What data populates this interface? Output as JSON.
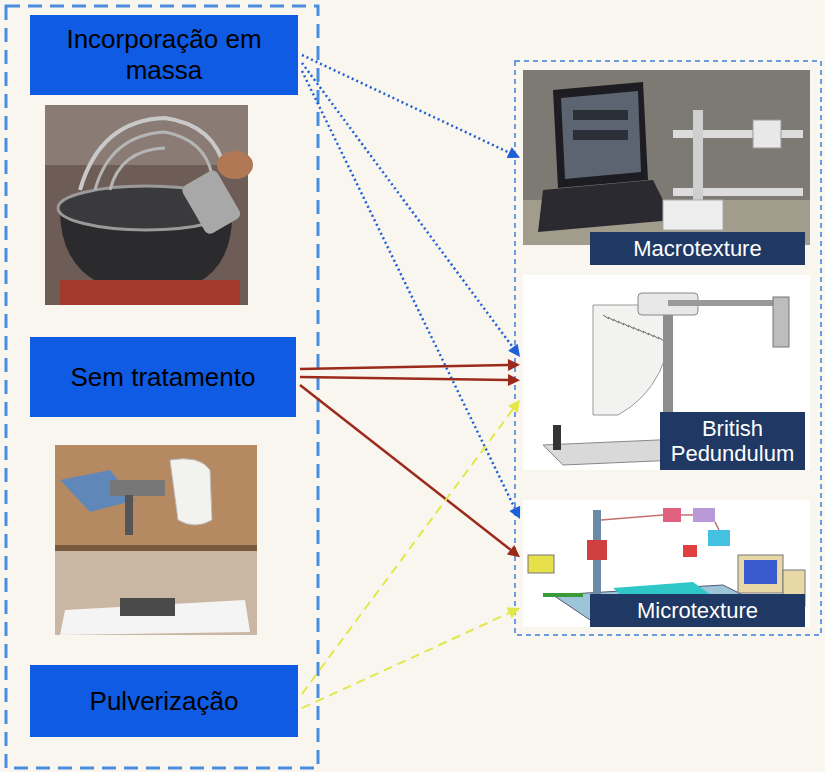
{
  "diagram": {
    "nodes": [
      {
        "text": [
          "Incorporação em massa"
        ]
      },
      {
        "text": [
          "Sem tratamento"
        ]
      },
      {
        "text": [
          "Pulverização"
        ]
      },
      {
        "text": [
          "Macrotexture"
        ]
      },
      {
        "text": [
          "British Pedundulum"
        ]
      },
      {
        "text": [
          "Microtexture"
        ]
      }
    ],
    "edges": [
      {
        "from": 0,
        "to": 3,
        "arrow": "to"
      },
      {
        "from": 0,
        "to": 4,
        "arrow": "to"
      },
      {
        "from": 0,
        "to": 5,
        "arrow": "to"
      },
      {
        "from": 1,
        "to": 4,
        "arrow": "to"
      },
      {
        "from": 1,
        "to": 4,
        "arrow": "to"
      },
      {
        "from": 1,
        "to": 5,
        "arrow": "to"
      },
      {
        "from": 2,
        "to": 4,
        "arrow": "to"
      },
      {
        "from": 2,
        "to": 5,
        "arrow": "to"
      }
    ]
  }
}
